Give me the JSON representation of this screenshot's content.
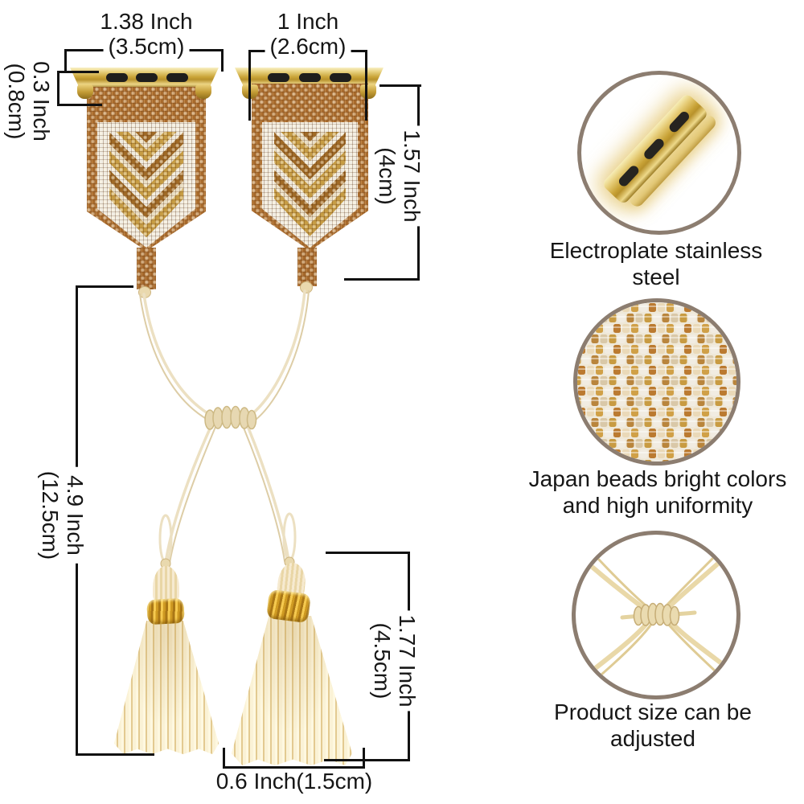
{
  "product": {
    "name_hint": "beaded watch band with tassels",
    "dimensions": {
      "band_width_left": {
        "line1": "1.38 Inch",
        "line2": "(3.5cm)"
      },
      "band_width_right": {
        "line1": "1 Inch",
        "line2": "(2.6cm)"
      },
      "adapter_height": {
        "line1": "0.3 Inch",
        "line2": "(0.8cm)"
      },
      "band_length": {
        "line1": "1.57 Inch",
        "line2": "(4cm)"
      },
      "cord_length": {
        "line1": "4.9 Inch",
        "line2": "(12.5cm)"
      },
      "tassel_length": {
        "line1": "1.77 Inch",
        "line2": "(4.5cm)"
      },
      "tassel_width": {
        "label": "0.6 Inch(1.5cm)"
      }
    }
  },
  "callouts": [
    {
      "image": "gold-watch-adapter-closeup",
      "line1": "Electroplate stainless",
      "line2": "steel"
    },
    {
      "image": "japan-beads-closeup",
      "line1": "Japan beads bright colors",
      "line2": "and high uniformity"
    },
    {
      "image": "adjustable-knot-closeup",
      "line1": "Product size can be",
      "line2": "adjusted"
    }
  ],
  "colors": {
    "dimension_line": "#111111",
    "text": "#161616",
    "circle_border": "#8c7d70",
    "adapter_gold": "#caa438",
    "copper_bead": "#a86a2c",
    "white_bead": "#f2eee4",
    "chevron_gold": "#c79d44",
    "cord_cream": "#ece0c2",
    "tassel_cream": "#f4e6bd",
    "tassel_band_gold": "#cf9a22"
  }
}
